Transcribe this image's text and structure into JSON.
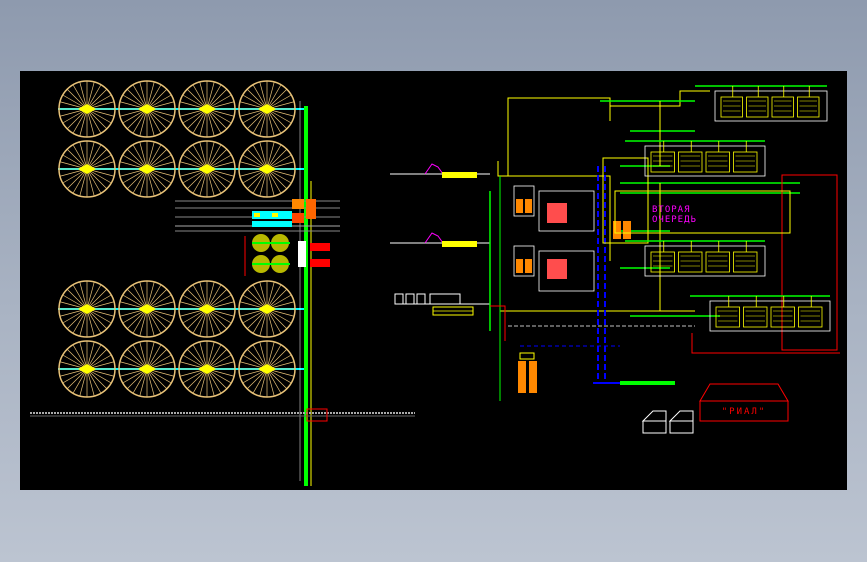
{
  "colors": {
    "background": "#000000",
    "yellow": "#ffff00",
    "green": "#00ff00",
    "cyan": "#00ffff",
    "red": "#ff0000",
    "magenta": "#ff00ff",
    "tank": "#e8c278",
    "blue": "#0000ff",
    "orange": "#ff8800",
    "white": "#ffffff"
  },
  "labels": {
    "second_stage_line1": "ВТОРАЯ",
    "second_stage_line2": "ОЧЕРЕДЬ",
    "company": "\"РИАЛ\""
  },
  "diagram": {
    "tank_rows": 4,
    "tank_columns": 4
  }
}
